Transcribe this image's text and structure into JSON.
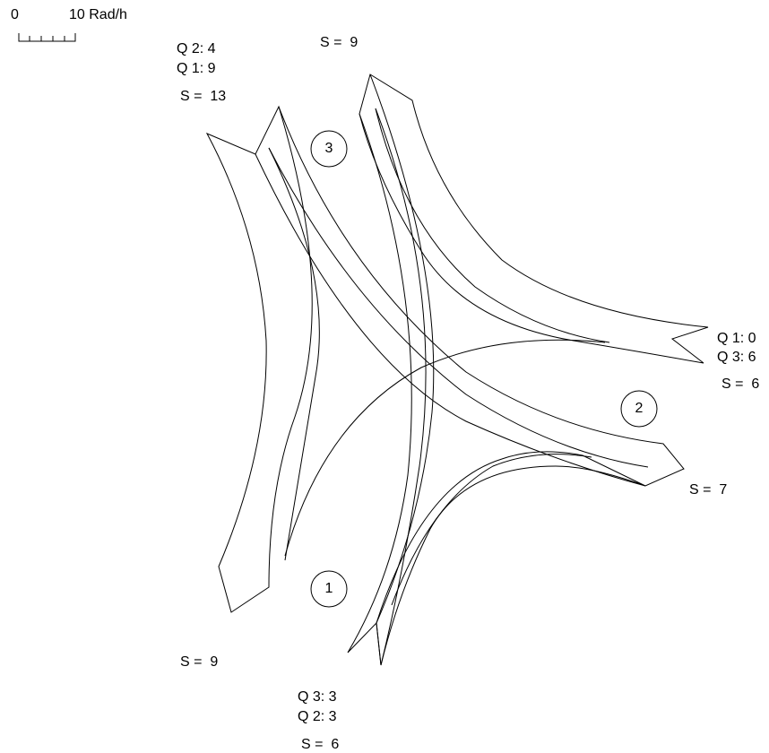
{
  "scale": {
    "zero_label": "0",
    "max_label": "10 Rad/h"
  },
  "nodes": [
    {
      "id": "1",
      "label": "1"
    },
    {
      "id": "2",
      "label": "2"
    },
    {
      "id": "3",
      "label": "3"
    }
  ],
  "labels": {
    "top_left": {
      "q2": "Q 2: 4",
      "q1": "Q 1: 9",
      "s": "S =  13"
    },
    "top": {
      "s": "S =  9"
    },
    "right": {
      "q1": "Q 1: 0",
      "q3": "Q 3: 6",
      "s": "S =  6"
    },
    "lower_right": {
      "s": "S =  7"
    },
    "bottom_left": {
      "s": "S =  9"
    },
    "bottom": {
      "q3": "Q 3: 3",
      "q2": "Q 2: 3",
      "s": "S =  6"
    }
  },
  "colors": {
    "stroke": "#000000",
    "background": "#ffffff"
  }
}
